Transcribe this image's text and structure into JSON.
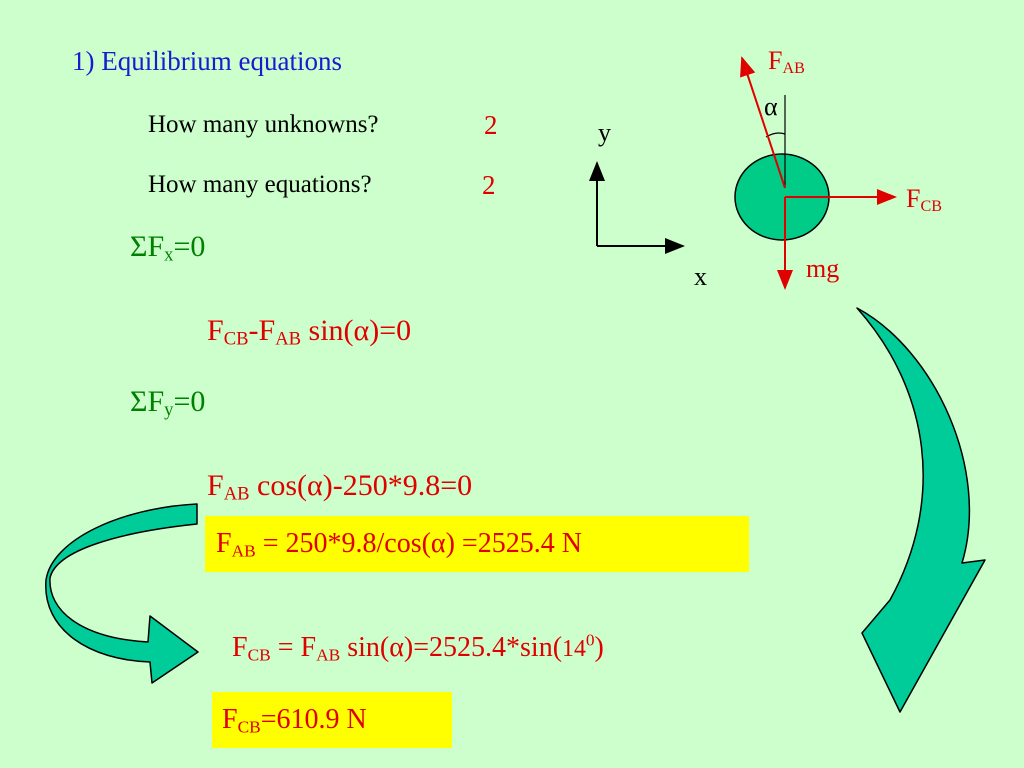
{
  "heading": "1) Equilibrium equations",
  "questions": {
    "unknowns_label": "How many unknowns?",
    "unknowns_value": "2",
    "equations_label": "How many equations?",
    "equations_value": "2"
  },
  "sum_fx": {
    "sigma": "Σ",
    "f": "F",
    "sub": "x",
    "rest": "=0"
  },
  "eq_x": {
    "f1": "F",
    "f1_sub": "CB",
    "mid": "-F",
    "f2_sub": "AB",
    "rest": " sin(α)=0"
  },
  "sum_fy": {
    "sigma": "Σ",
    "f": "F",
    "sub": "y",
    "rest": "=0"
  },
  "eq_y": {
    "f": "F",
    "f_sub": "AB",
    "rest": " cos(α)-250*9.8=0"
  },
  "result_fab": {
    "f": "F",
    "f_sub": "AB",
    "rest": " = 250*9.8/cos(α) =2525.4 N"
  },
  "eq_fcb": {
    "f1": "F",
    "f1_sub": "CB",
    "mid": " = F",
    "f2_sub": "AB",
    "rest": " sin(α)=2525.4*sin(",
    "angle": "14",
    "deg": "0",
    "close": ")"
  },
  "result_fcb": {
    "f": "F",
    "f_sub": "CB",
    "rest": "=610.9 N"
  },
  "diagram": {
    "axis_y": "y",
    "axis_x": "x",
    "alpha": "α",
    "fab": {
      "f": "F",
      "sub": "AB"
    },
    "fcb": {
      "f": "F",
      "sub": "CB"
    },
    "mg": "mg"
  },
  "colors": {
    "background": "#ccffcc",
    "heading": "#1a1ad0",
    "equation_red": "#e00000",
    "sum_green": "#008000",
    "highlight": "#ffff00",
    "body_fill": "#00cc88",
    "arrow_fill": "#00cc99"
  }
}
